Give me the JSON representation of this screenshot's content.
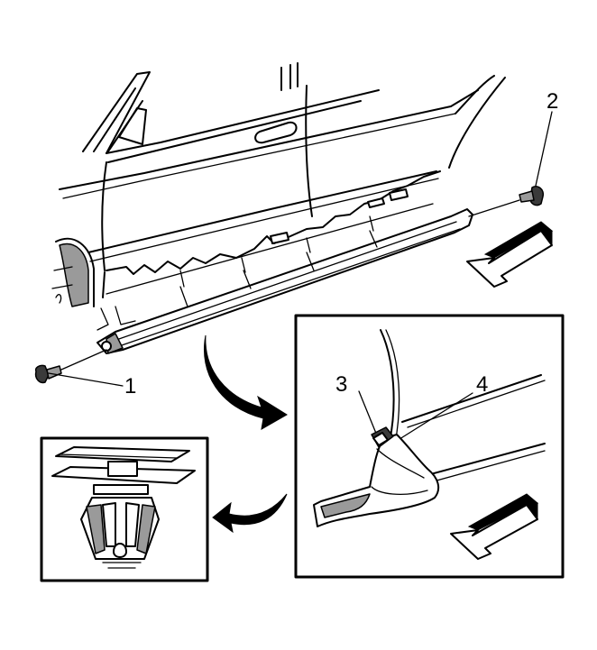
{
  "callouts": {
    "one": "1",
    "two": "2",
    "three": "3",
    "four": "4"
  },
  "colors": {
    "line": "#000000",
    "shade": "#9a9a9a",
    "dark": "#3a3a3a",
    "background": "#ffffff"
  }
}
